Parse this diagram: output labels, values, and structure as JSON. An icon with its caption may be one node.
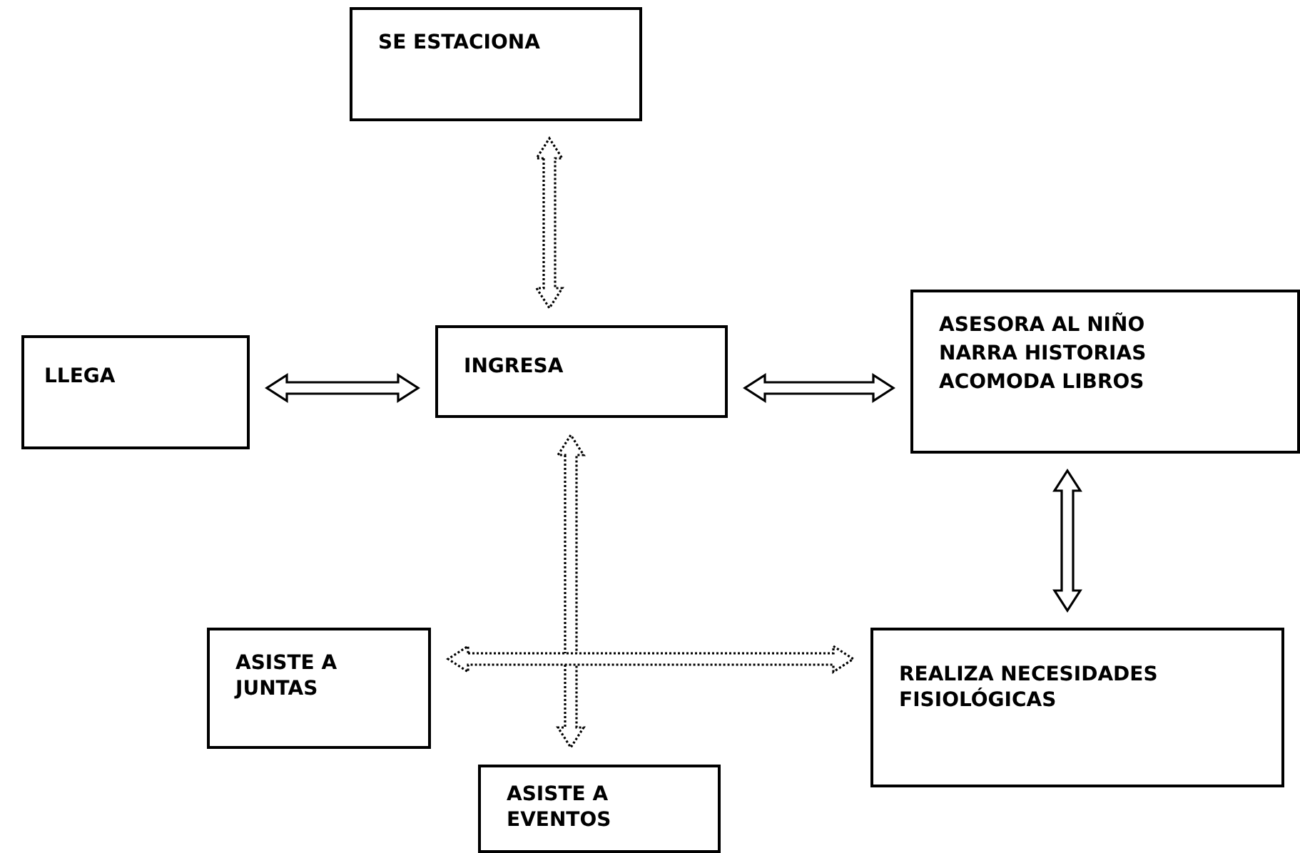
{
  "diagram": {
    "nodes": [
      {
        "text": [
          "SE ESTACIONA"
        ]
      },
      {
        "text": [
          "LLEGA"
        ]
      },
      {
        "text": [
          "INGRESA"
        ]
      },
      {
        "text": [
          "ASESORA AL NIÑO",
          "NARRA HISTORIAS",
          "ACOMODA LIBROS"
        ]
      },
      {
        "text": [
          "ASISTE A JUNTAS"
        ]
      },
      {
        "text": [
          "ASISTE A EVENTOS"
        ]
      },
      {
        "text": [
          "REALIZA NECESIDADES FISIOLÓGICAS"
        ]
      }
    ],
    "edges": [
      {
        "from": 0,
        "to": 2,
        "arrow": "both",
        "style": "dashed"
      },
      {
        "from": 1,
        "to": 2,
        "arrow": "both"
      },
      {
        "from": 2,
        "to": 3,
        "arrow": "both"
      },
      {
        "from": 3,
        "to": 6,
        "arrow": "both"
      },
      {
        "from": 2,
        "to": 5,
        "arrow": "both",
        "style": "dashed"
      },
      {
        "from": 4,
        "to": 6,
        "arrow": "both",
        "style": "dashed"
      }
    ]
  }
}
